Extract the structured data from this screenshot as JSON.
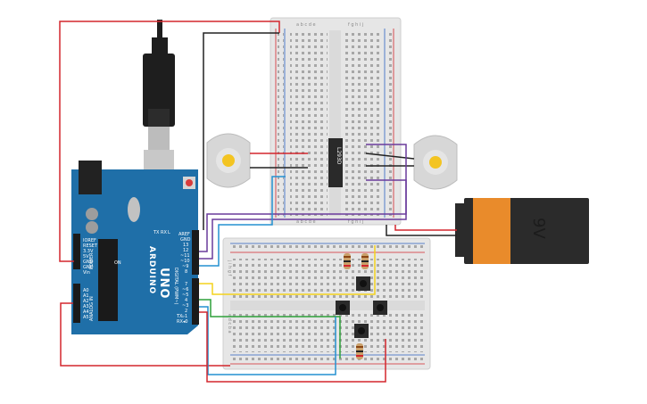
{
  "board": {
    "brand": "ARDUINO",
    "model": "UNO",
    "header_left_labels": [
      "IOREF",
      "RESET",
      "3.3V",
      "5V",
      "GND",
      "GND",
      "Vin"
    ],
    "power_label": "POWER",
    "analog_labels": [
      "A0",
      "A1",
      "A2",
      "A3",
      "A4",
      "A5"
    ],
    "analog_label": "ANALOG IN",
    "digital_label": "DIGITAL (PWM~)",
    "digital_top_labels": [
      "AREF",
      "GND",
      "13",
      "12",
      "~11",
      "~10",
      "~9",
      "8"
    ],
    "digital_bottom_labels": [
      "7",
      "~6",
      "~5",
      "4",
      "~3",
      "2",
      "TX▹1",
      "RX◂0"
    ],
    "led_labels": [
      "TX",
      "RX",
      "L"
    ],
    "on_label": "ON"
  },
  "driver_chip": {
    "label": "L293D"
  },
  "battery": {
    "label": "9V"
  },
  "breadboard_top": {
    "columns_left": "a b c d e",
    "columns_right": "f g h i j"
  },
  "breadboard_bottom": {
    "row_letters_left": "j i h g f",
    "row_letters_right": "e d c b a"
  },
  "colors": {
    "board": "#1f6fa8",
    "breadboard": "#e7e7e7",
    "battery_body": "#2b2b2b",
    "battery_band": "#e98b2b",
    "wire_red": "#d3262d",
    "wire_black": "#222222",
    "wire_blue": "#2491d0",
    "wire_purple": "#6a3b9c",
    "wire_yellow": "#f4d21d",
    "wire_green": "#2ea13a",
    "motor_body": "#d7d7d7",
    "motor_hub": "#f3c422"
  }
}
